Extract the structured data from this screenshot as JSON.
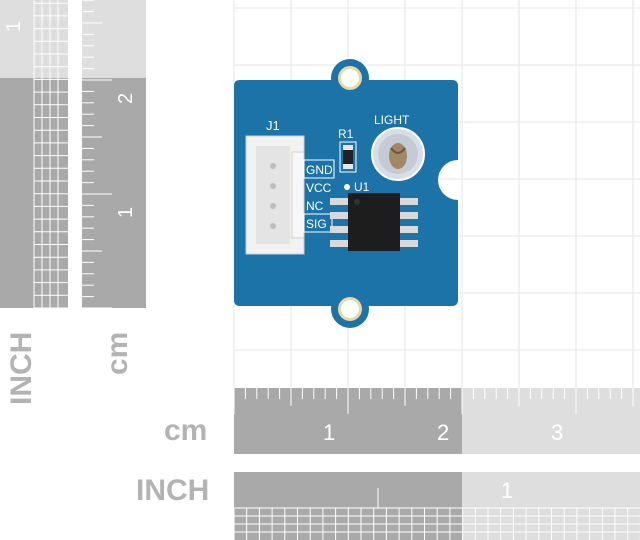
{
  "ruler_labels": {
    "cm": "cm",
    "inch": "INCH"
  },
  "vertical_inch_ruler": {
    "numbers": [
      "1"
    ]
  },
  "vertical_cm_ruler": {
    "numbers": [
      "2",
      "1"
    ]
  },
  "horizontal_cm_ruler": {
    "numbers": [
      "1",
      "2",
      "3"
    ]
  },
  "horizontal_inch_ruler": {
    "numbers": [
      "1"
    ]
  },
  "board": {
    "connector": "J1",
    "resistor": "R1",
    "chip": "U1",
    "sensor": "LIGHT",
    "pins": [
      "GND",
      "VCC",
      "NC",
      "SIG"
    ]
  },
  "colors": {
    "pcb": "#1b73a8",
    "ruler_dark": "#a9a9a9",
    "ruler_light": "#dedede",
    "label_gray": "#b3b3b3",
    "grid": "#e6e6e6"
  }
}
